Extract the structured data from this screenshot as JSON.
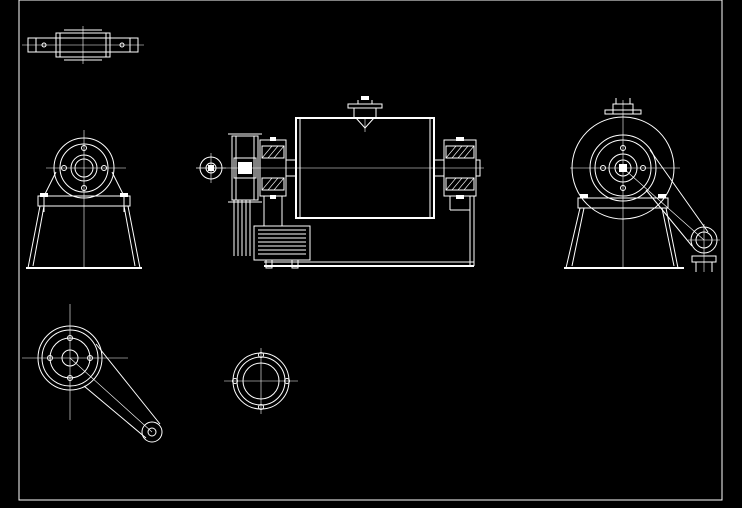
{
  "drawing": {
    "background": "#000000",
    "line_color": "#ffffff",
    "views": [
      {
        "name": "top-plan-bearing"
      },
      {
        "name": "left-end-view-pedestal"
      },
      {
        "name": "front-elevation-cylinder"
      },
      {
        "name": "right-end-view-drive"
      },
      {
        "name": "bottom-left-crank-view"
      },
      {
        "name": "bottom-flange-view"
      }
    ]
  }
}
